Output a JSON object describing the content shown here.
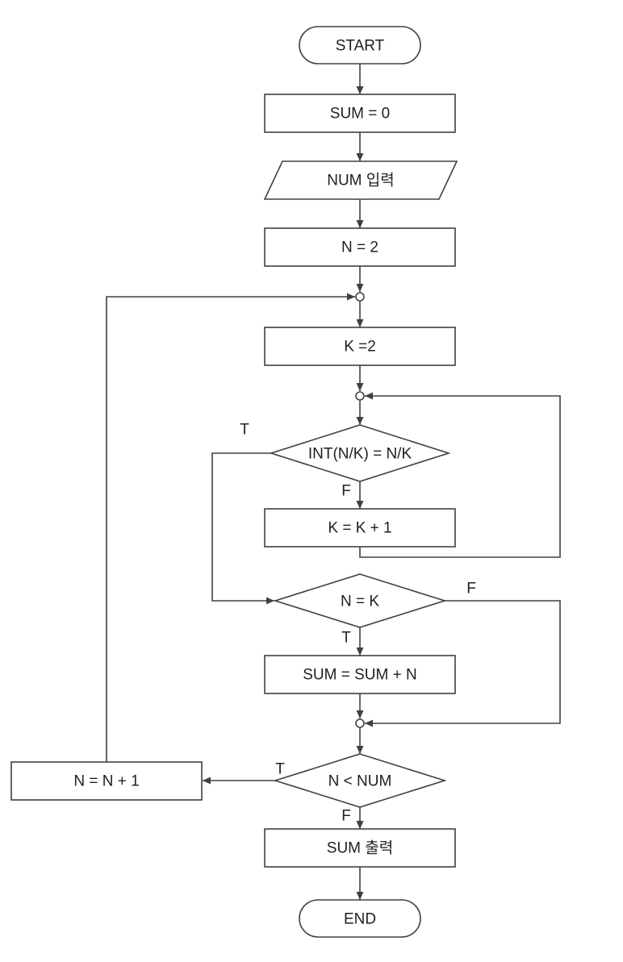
{
  "page": {
    "background_color": "#ffffff",
    "line_color": "#404040",
    "text_color": "#1f1f1f",
    "shape_fill_color": "#ffffff"
  },
  "nodes": {
    "start": {
      "label": "START",
      "type": "terminator"
    },
    "sum_init": {
      "label": "SUM = 0",
      "type": "process"
    },
    "num_input": {
      "label": "NUM 입력",
      "type": "input"
    },
    "n_init": {
      "label": "N = 2",
      "type": "process"
    },
    "k_init": {
      "label": "K =2",
      "type": "process"
    },
    "divisible_check": {
      "label": "INT(N/K) = N/K",
      "type": "decision"
    },
    "k_increment": {
      "label": "K = K + 1",
      "type": "process"
    },
    "prime_check": {
      "label": "N = K",
      "type": "decision"
    },
    "sum_add": {
      "label": "SUM = SUM + N",
      "type": "process"
    },
    "loop_check": {
      "label": "N < NUM",
      "type": "decision"
    },
    "n_increment": {
      "label": "N = N + 1",
      "type": "process"
    },
    "sum_output": {
      "label": "SUM 출력",
      "type": "process"
    },
    "end": {
      "label": "END",
      "type": "terminator"
    }
  },
  "branches": {
    "divisible_true": "T",
    "divisible_false": "F",
    "prime_true": "T",
    "prime_false": "F",
    "loop_true": "T",
    "loop_false": "F"
  }
}
